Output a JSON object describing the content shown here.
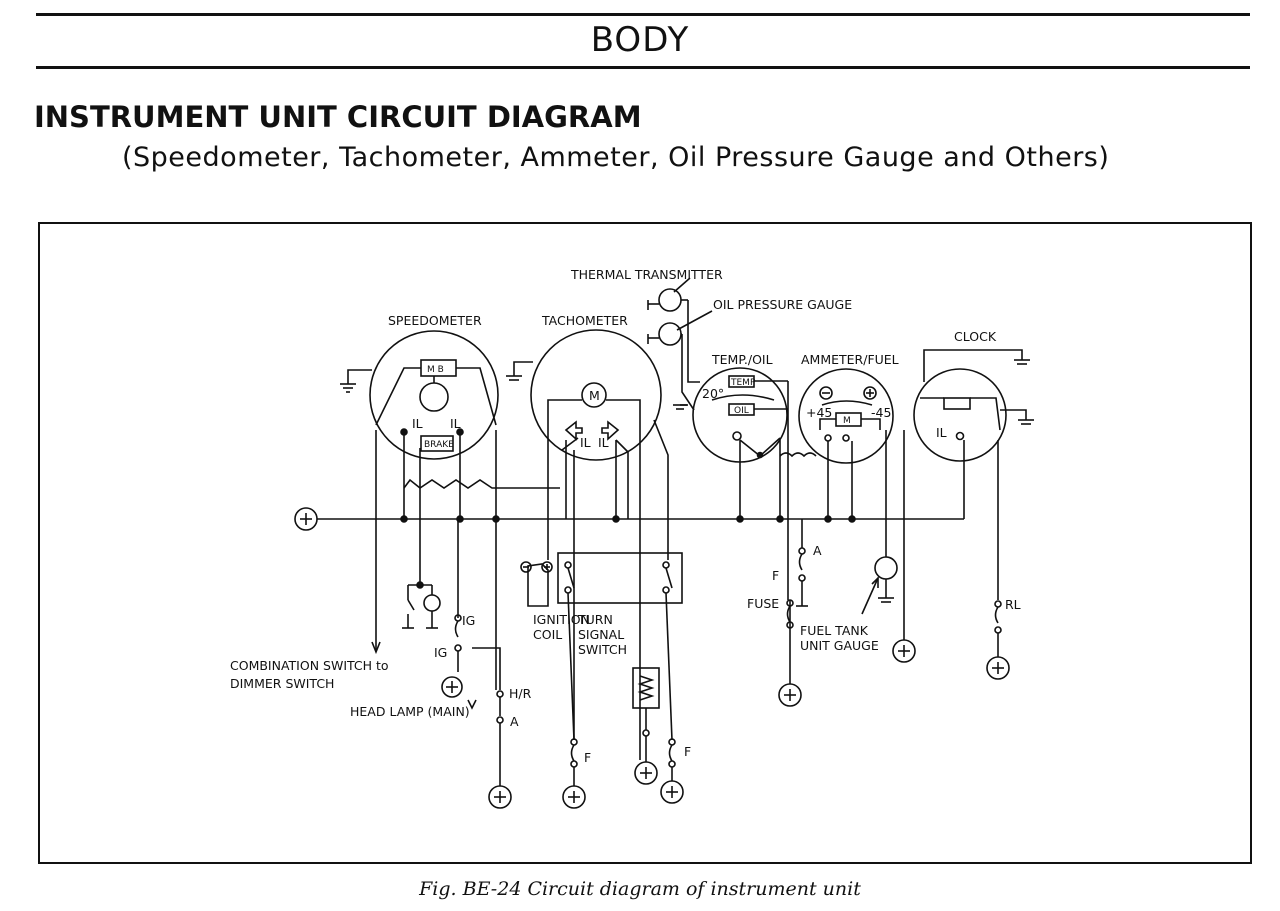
{
  "header": {
    "section": "BODY"
  },
  "diagram": {
    "title": "INSTRUMENT UNIT CIRCUIT DIAGRAM",
    "subtitle": "(Speedometer, Tachometer, Ammeter, Oil Pressure Gauge and Others)",
    "caption": "Fig. BE-24  Circuit diagram of instrument unit",
    "labels": {
      "thermal_transmitter": "THERMAL TRANSMITTER",
      "oil_pressure_gauge": "OIL PRESSURE GAUGE",
      "speedometer": "SPEEDOMETER",
      "tachometer": "TACHOMETER",
      "temp_oil": "TEMP./OIL",
      "ammeter_fuel": "AMMETER/FUEL",
      "clock": "CLOCK",
      "mb": "M B",
      "brake": "BRAKE",
      "il": "IL",
      "motor": "M",
      "temp": "TEMP",
      "oil": "OIL",
      "twenty_deg": "20°",
      "plus45": "+45",
      "minus45": "-45",
      "ig": "IG",
      "combination_switch_1": "COMBINATION SWITCH to",
      "combination_switch_2": "DIMMER SWITCH",
      "head_lamp": "HEAD LAMP (MAIN)",
      "hr": "H/R",
      "a": "A",
      "f": "F",
      "ignition_coil_1": "IGNITION",
      "ignition_coil_2": "COIL",
      "turn_signal_1": "TURN",
      "turn_signal_2": "SIGNAL",
      "turn_signal_3": "SWITCH",
      "fuse": "FUSE",
      "fuel_tank_1": "FUEL  TANK",
      "fuel_tank_2": "UNIT GAUGE",
      "rl": "RL"
    }
  }
}
